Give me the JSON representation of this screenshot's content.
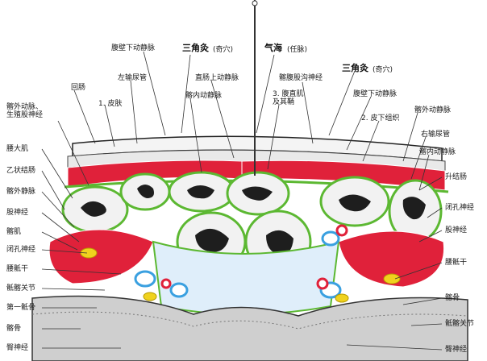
{
  "top_labels": {
    "superficial_epigastric_vein": "腹壁下动静脉",
    "sanjiaojiu_1": "三角灸",
    "sanjiaojiu_1_tag": "(奇穴)",
    "qihai": "气海",
    "qihai_tag": "(任脉)",
    "sanjiaojiu_2": "三角灸",
    "sanjiaojiu_2_tag": "(奇穴)",
    "left_ureter": "左输尿管",
    "rectus_upper_vein": "直肠上动静脉",
    "iliac_nerve": "髂腹股沟神经",
    "colon": "回肠",
    "skin": "1. 皮肤",
    "abd_inferior": "腹壁下动静脉",
    "subq": "2. 皮下组织",
    "rectus_sheath": "3. 腹直肌\n及其鞘",
    "iliac_vessels": "髂内动静脉",
    "iliac_artery_r": "髂外动静脉",
    "right_ureter": "右输尿管",
    "iliac_int_r": "髂内动静脉"
  },
  "left_labels": [
    "髂外动脉、\n生殖股神经",
    "腰大肌",
    "乙状结肠",
    "髂外静脉",
    "股神经",
    "髂肌",
    "闭孔神经",
    "腰骶干",
    "骶髂关节",
    "第一骶骨",
    "髂骨",
    "臀神经"
  ],
  "right_labels": [
    "升结肠",
    "闭孔神经",
    "股神经",
    "腰骶干",
    "髂骨",
    "骶髂关节",
    "臀神经"
  ]
}
